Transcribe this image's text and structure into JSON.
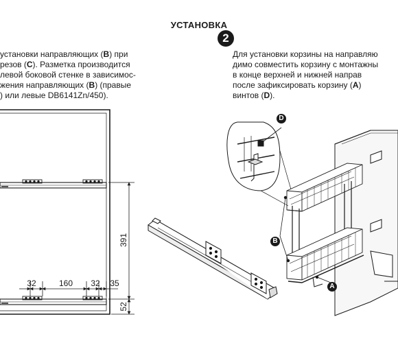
{
  "header": {
    "title": "УСТАНОВКА",
    "step_number": "2"
  },
  "left_text": {
    "l1a": "установки направляющих (",
    "l1b": "B",
    "l1c": ") при",
    "l2a": "резов (",
    "l2b": "C",
    "l2c": "). Разметка производится",
    "l3": "левой боковой стенке в зависимос-",
    "l4a": "жения направляющих (",
    "l4b": "B",
    "l4c": ") (правые",
    "l5": ") или левые DB6141Zn/450)."
  },
  "right_text": {
    "l1": "Для установки корзины на направляю",
    "l2": "димо совместить корзину с монтажны",
    "l3": "в конце верхней и нижней направ",
    "l4a": "после зафиксировать корзину (",
    "l4b": "A",
    "l4c": ")",
    "l5a": "винтов (",
    "l5b": "D",
    "l5c": ")."
  },
  "dimensions": {
    "d1": "32",
    "d2": "160",
    "d3": "32",
    "d4": "35",
    "height_main": "391",
    "height_bottom": "52"
  },
  "callouts": {
    "a": "A",
    "b": "B",
    "d": "D"
  },
  "colors": {
    "ink": "#1a1a1a",
    "paper": "#ffffff",
    "badge": "#1a1a1a"
  }
}
